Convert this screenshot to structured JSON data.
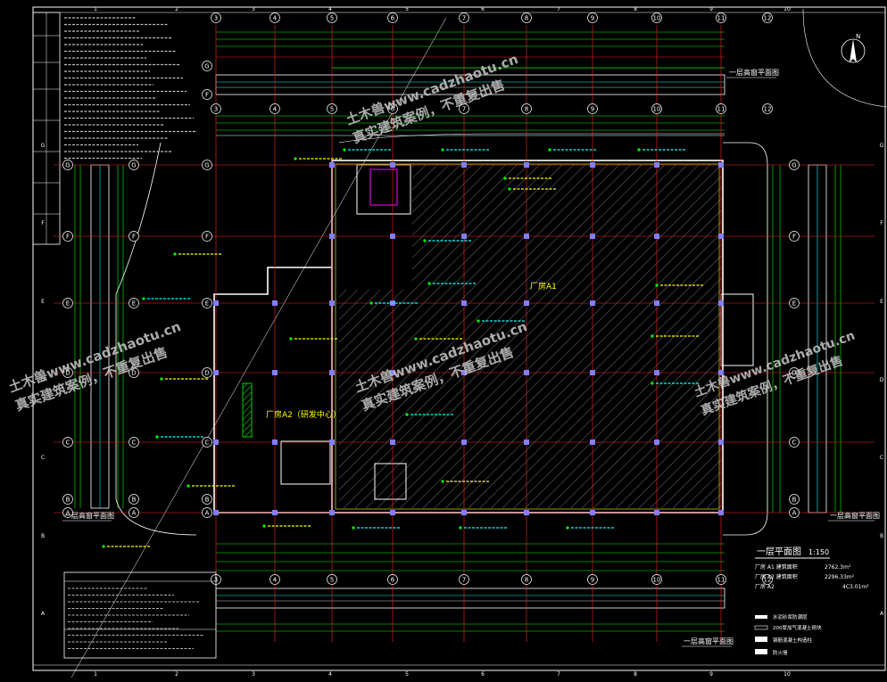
{
  "drawing": {
    "main_title": "一层平面图",
    "scale": "1:150",
    "room_a1": "厂房A1",
    "room_a2": "厂房A2（研发中心）",
    "elevation_top": "一层高窗平面图",
    "elevation_left": "一层高窗平面图",
    "elevation_right": "一层高窗平面图",
    "elevation_bottom": "一层高窗平面图",
    "north_label": "N",
    "col_axes": [
      "3",
      "4",
      "5",
      "6",
      "7",
      "8",
      "9",
      "10",
      "11",
      "12"
    ],
    "row_axes": [
      "A",
      "B",
      "C",
      "D",
      "E",
      "F",
      "G"
    ],
    "frame_numbers": [
      "1",
      "2",
      "3",
      "4",
      "5",
      "6",
      "7",
      "8",
      "9",
      "10"
    ],
    "frame_letters": [
      "A",
      "B",
      "C",
      "D",
      "E",
      "F",
      "G"
    ],
    "area_rows": [
      {
        "label": "厂房 A1 建筑面积",
        "value": "2762.3m²"
      },
      {
        "label": "厂房 A2 建筑面积",
        "value": "2296.33m²"
      },
      {
        "label": "厂房 A2",
        "value": "4C3.01m²"
      }
    ],
    "legend": [
      {
        "label": "水泥砂浆防潮层"
      },
      {
        "label": "200厚加气混凝土砌块"
      },
      {
        "label": "钢筋混凝土构造柱"
      },
      {
        "label": "防火墙"
      }
    ],
    "watermarks": [
      {
        "line1": "土木兽www.cadzhaotu.cn",
        "line2": "真实建筑案例，不重复出售"
      },
      {
        "line1": "土木兽www.cadzhaotu.cn",
        "line2": "真实建筑案例，不重复出售"
      },
      {
        "line1": "土木兽www.cadzhaotu.cn",
        "line2": "真实建筑案例，不重复出售"
      },
      {
        "line1": "土木兽www.cadzhaotu.cn",
        "line2": "真实建筑案例，不重复出售"
      }
    ],
    "colors": {
      "background": "#000000",
      "grid_axis": "#ff2020",
      "wall": "#ffffff",
      "dimension": "#00ff00",
      "text": "#ffff00",
      "annotation": "#00ffff",
      "column": "#7f7fff",
      "watermark": "#c8c8c8",
      "hatch": "#808080"
    }
  }
}
